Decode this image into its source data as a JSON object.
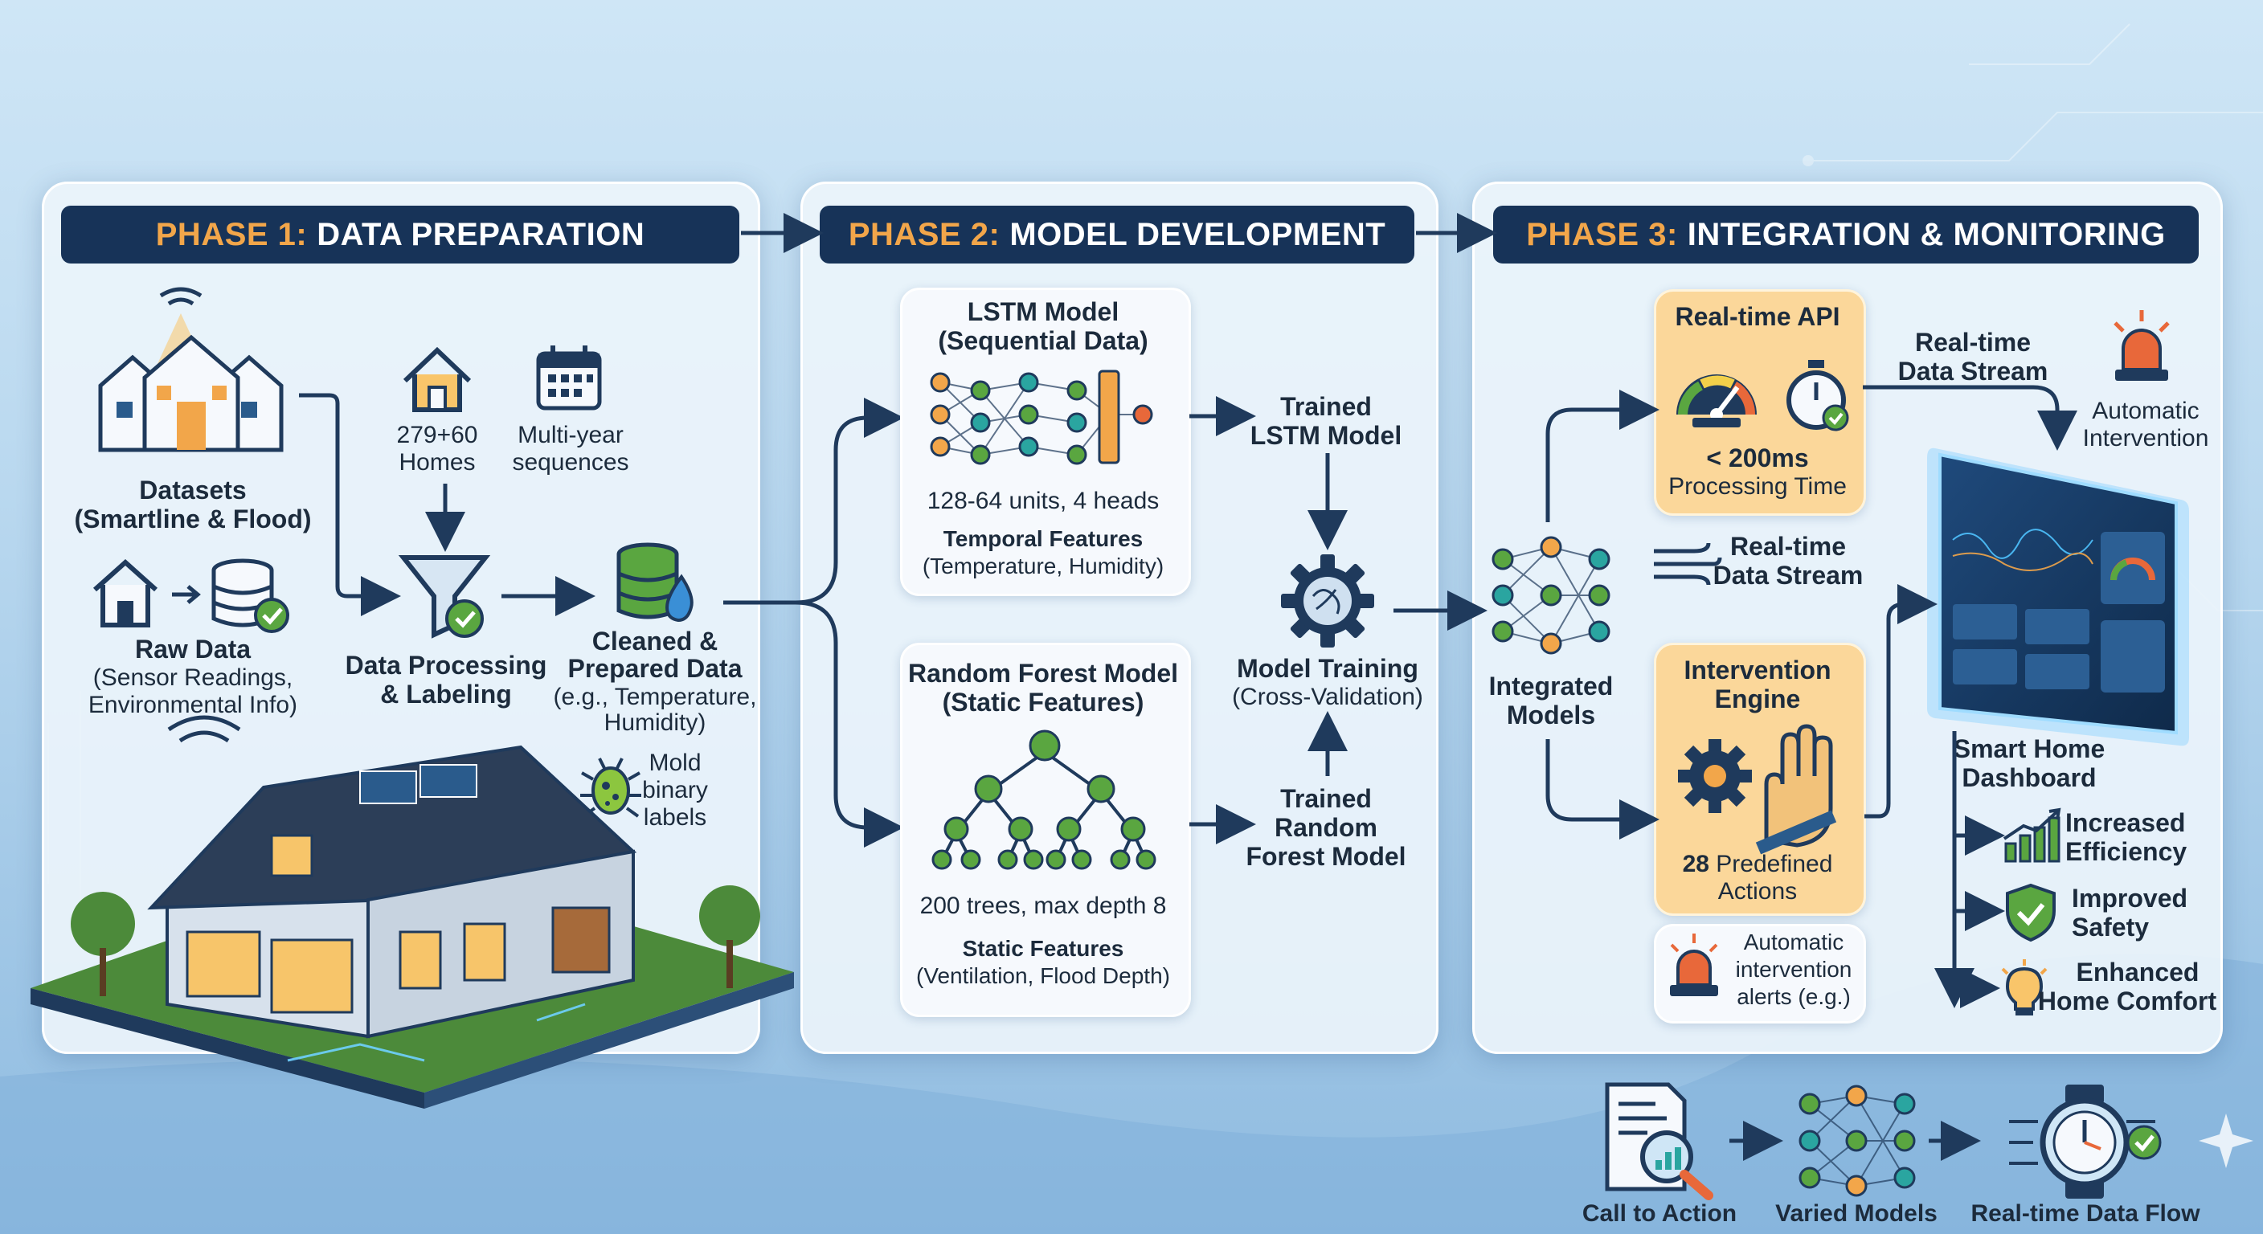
{
  "phases": [
    {
      "num": "PHASE 1:",
      "title": "DATA PREPARATION"
    },
    {
      "num": "PHASE 2:",
      "title": "MODEL DEVELOPMENT"
    },
    {
      "num": "PHASE 3:",
      "title": "INTEGRATION & MONITORING"
    }
  ],
  "phase1": {
    "datasets_title": "Datasets",
    "datasets_sub": "(Smartline & Flood)",
    "homes_count": "279+60",
    "homes_label": "Homes",
    "multiyear_1": "Multi-year",
    "multiyear_2": "sequences",
    "raw_title": "Raw Data",
    "raw_sub1": "(Sensor Readings,",
    "raw_sub2": "Environmental Info)",
    "processing_1": "Data Processing",
    "processing_2": "& Labeling",
    "cleaned_1": "Cleaned &",
    "cleaned_2": "Prepared Data",
    "cleaned_3": "(e.g., Temperature,",
    "cleaned_4": "Humidity)",
    "mold_1": "Mold",
    "mold_2": "binary",
    "mold_3": "labels"
  },
  "phase2": {
    "lstm_title1": "LSTM Model",
    "lstm_title2": "(Sequential Data)",
    "lstm_spec": "128-64 units, 4 heads",
    "lstm_feat_title": "Temporal Features",
    "lstm_feat_sub": "(Temperature, Humidity)",
    "rf_title1": "Random Forest Model",
    "rf_title2": "(Static Features)",
    "rf_spec": "200 trees, max depth 8",
    "rf_feat_title": "Static Features",
    "rf_feat_sub": "(Ventilation, Flood Depth)",
    "trained_lstm_1": "Trained",
    "trained_lstm_2": "LSTM Model",
    "training_1": "Model Training",
    "training_2": "(Cross-Validation)",
    "trained_rf_1": "Trained",
    "trained_rf_2": "Random",
    "trained_rf_3": "Forest Model"
  },
  "phase3": {
    "integrated_1": "Integrated",
    "integrated_2": "Models",
    "api_title": "Real-time API",
    "api_time": "< 200ms",
    "api_sub": "Processing Time",
    "stream_top_1": "Real-time",
    "stream_top_2": "Data Stream",
    "stream_mid_1": "Real-time",
    "stream_mid_2": "Data Stream",
    "auto_1": "Automatic",
    "auto_2": "Intervention",
    "engine_1": "Intervention",
    "engine_2": "Engine",
    "actions_num": "28",
    "actions_1": "Predefined",
    "actions_2": "Actions",
    "alerts_1": "Automatic",
    "alerts_2": "intervention",
    "alerts_3": "alerts (e.g.)",
    "dashboard_1": "Smart Home",
    "dashboard_2": "Dashboard",
    "out1_1": "Increased",
    "out1_2": "Efficiency",
    "out2_1": "Improved",
    "out2_2": "Safety",
    "out3_1": "Enhanced",
    "out3_2": "Home Comfort"
  },
  "bottom": {
    "cta": "Call to Action",
    "varied": "Varied Models",
    "flow": "Real-time Data Flow"
  },
  "colors": {
    "navy": "#173358",
    "orange": "#f2a64a",
    "green": "#5aa640",
    "teal": "#2aa5a0",
    "arrow": "#1f3a5c"
  }
}
